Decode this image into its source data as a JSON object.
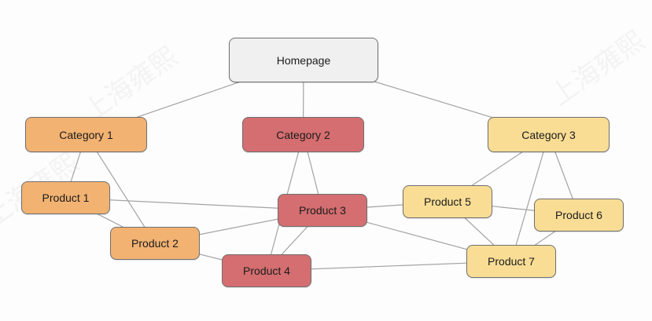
{
  "colors": {
    "home": "#f0f0f0",
    "orange": "#f2b272",
    "red": "#d46e70",
    "yellow": "#f9dd95",
    "edge": "#a3a3a3"
  },
  "watermark_text": "上海雍熙",
  "nodes": {
    "homepage": {
      "label": "Homepage",
      "color": "home"
    },
    "category1": {
      "label": "Category 1",
      "color": "orange"
    },
    "category2": {
      "label": "Category 2",
      "color": "red"
    },
    "category3": {
      "label": "Category 3",
      "color": "yellow"
    },
    "product1": {
      "label": "Product 1",
      "color": "orange"
    },
    "product2": {
      "label": "Product 2",
      "color": "orange"
    },
    "product3": {
      "label": "Product 3",
      "color": "red"
    },
    "product4": {
      "label": "Product 4",
      "color": "red"
    },
    "product5": {
      "label": "Product 5",
      "color": "yellow"
    },
    "product6": {
      "label": "Product 6",
      "color": "yellow"
    },
    "product7": {
      "label": "Product 7",
      "color": "yellow"
    }
  },
  "edges": [
    [
      "homepage",
      "category1"
    ],
    [
      "homepage",
      "category2"
    ],
    [
      "homepage",
      "category3"
    ],
    [
      "category1",
      "product1"
    ],
    [
      "category1",
      "product2"
    ],
    [
      "product1",
      "product2"
    ],
    [
      "product1",
      "product3"
    ],
    [
      "category2",
      "product3"
    ],
    [
      "category2",
      "product4"
    ],
    [
      "product2",
      "product3"
    ],
    [
      "product2",
      "product4"
    ],
    [
      "product3",
      "product4"
    ],
    [
      "product3",
      "product5"
    ],
    [
      "product3",
      "product7"
    ],
    [
      "product4",
      "product7"
    ],
    [
      "category3",
      "product5"
    ],
    [
      "category3",
      "product6"
    ],
    [
      "category3",
      "product7"
    ],
    [
      "product5",
      "product6"
    ],
    [
      "product5",
      "product7"
    ],
    [
      "product6",
      "product7"
    ]
  ]
}
